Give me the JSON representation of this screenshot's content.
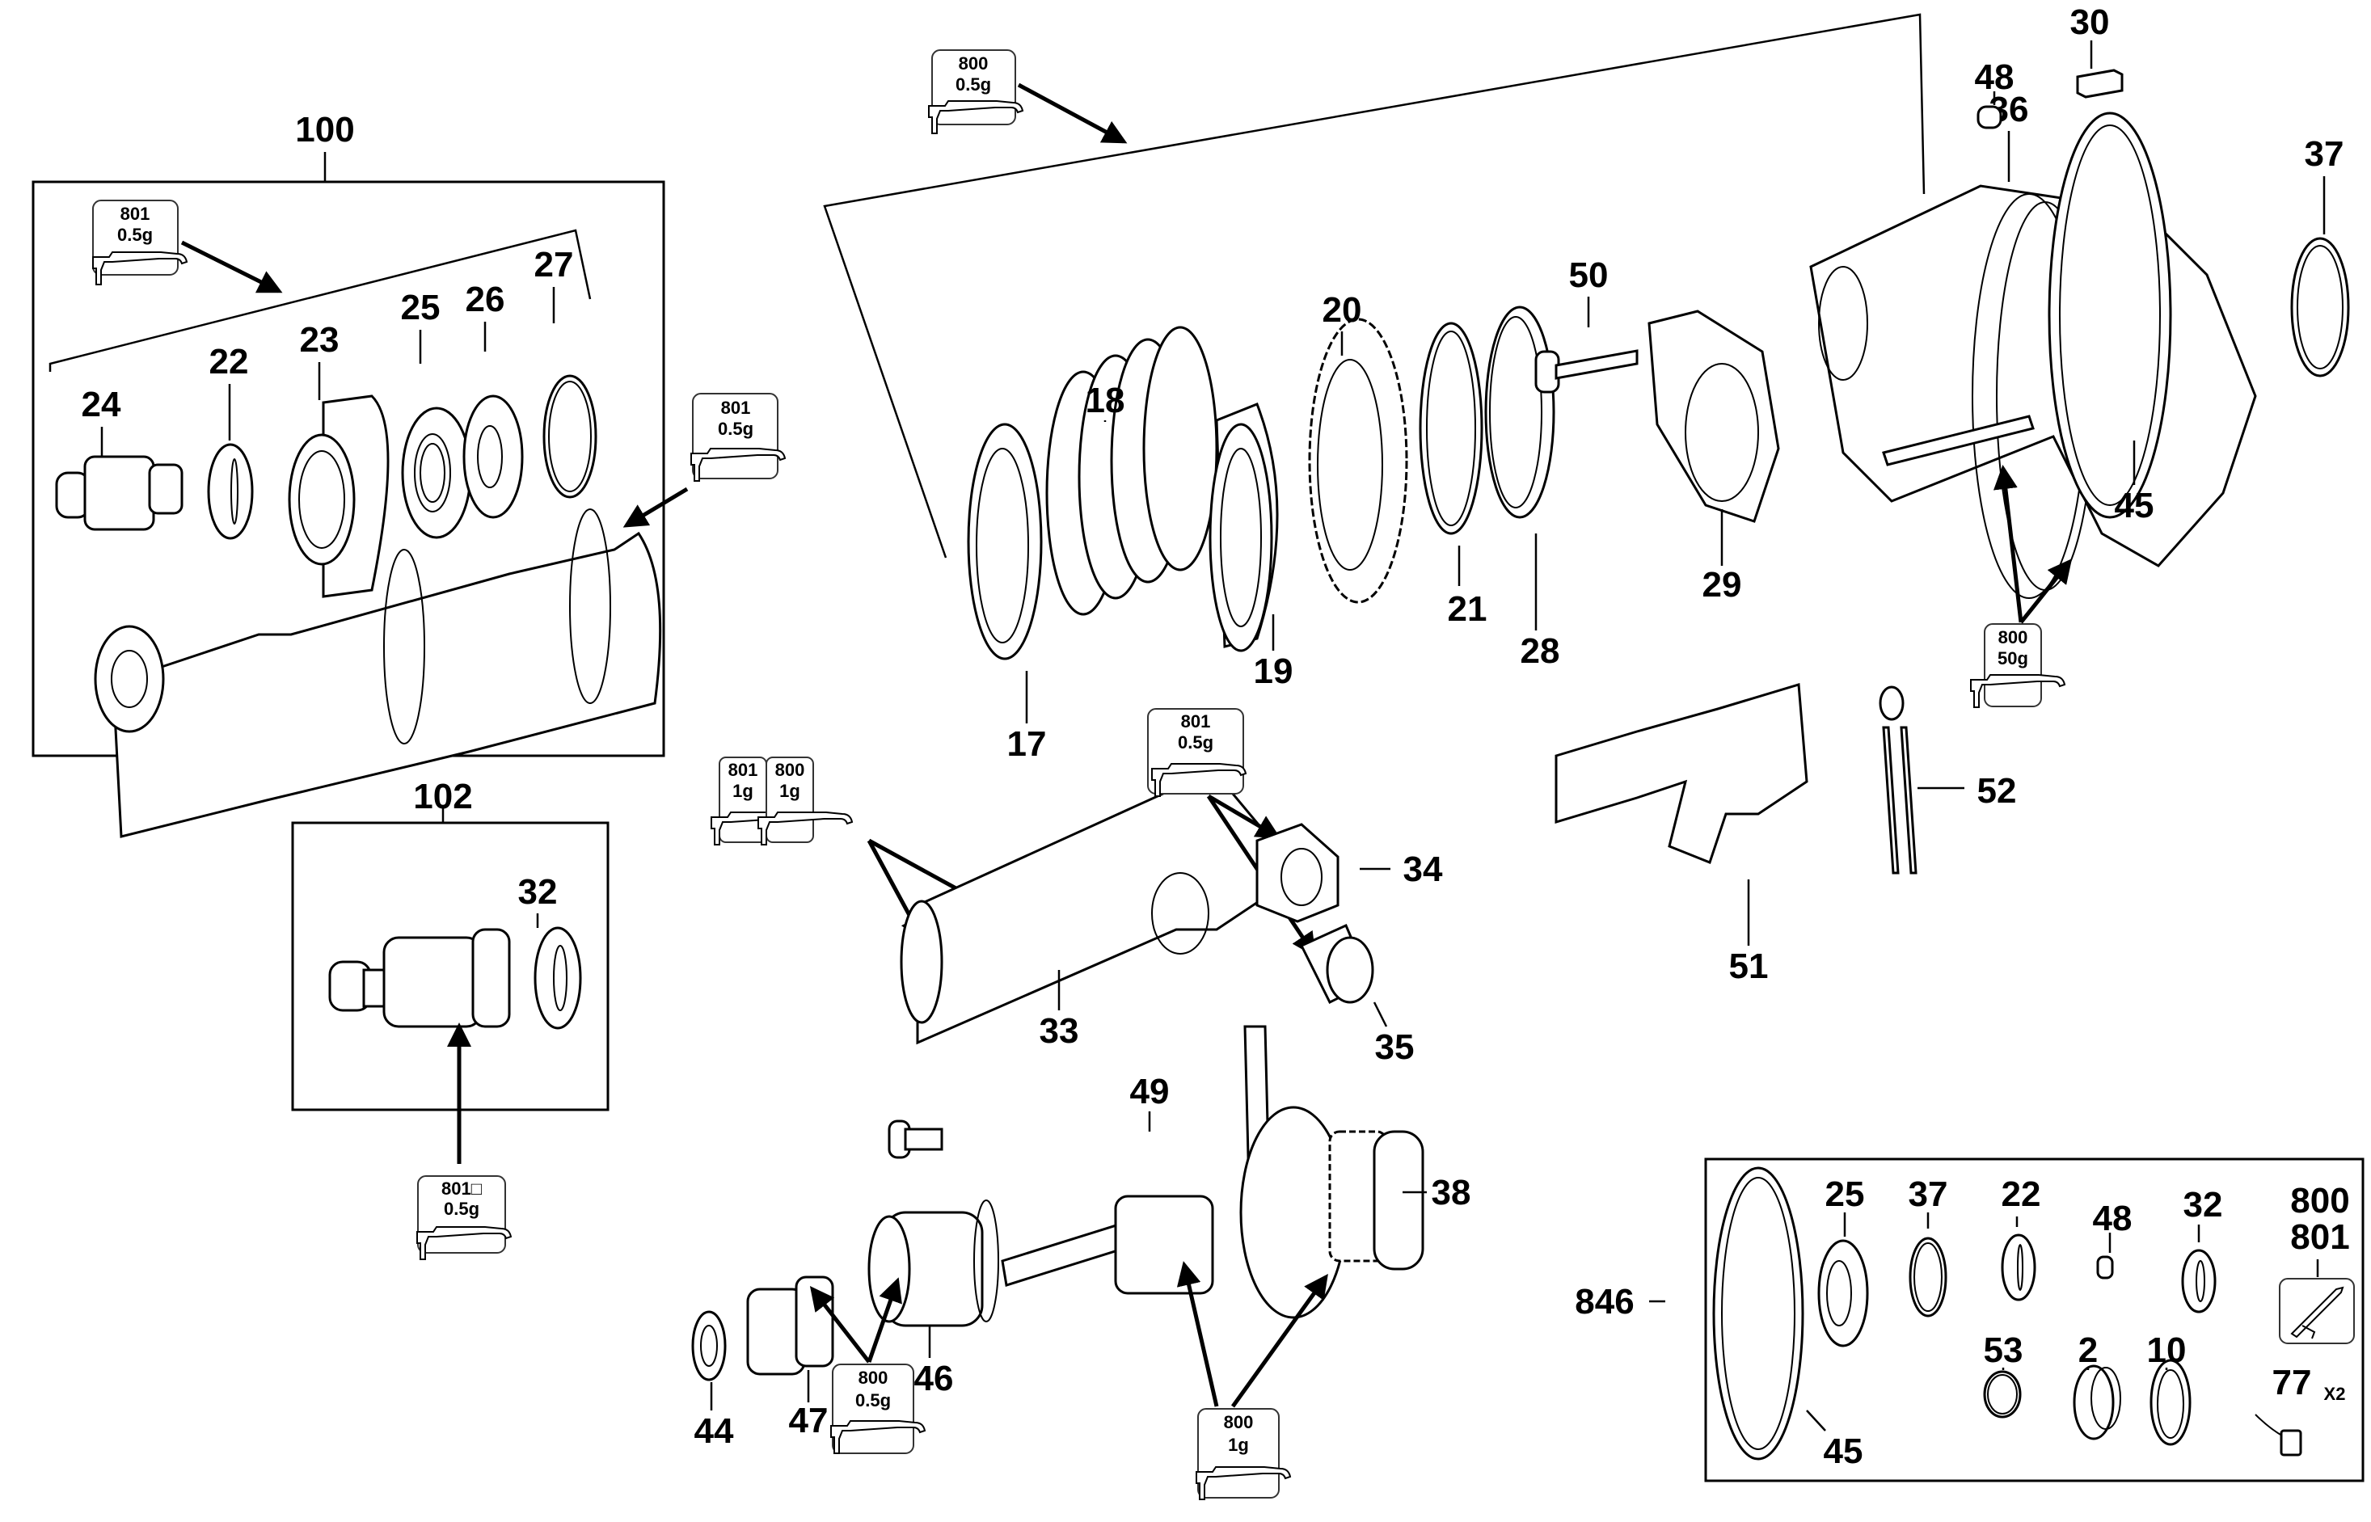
{
  "title": "Exploded parts diagram",
  "assemblies": [
    {
      "id": "100",
      "label": "100",
      "parts": [
        "24",
        "22",
        "23",
        "25",
        "26",
        "27"
      ]
    },
    {
      "id": "102",
      "label": "102",
      "parts": [
        "32"
      ]
    },
    {
      "id": "846",
      "label": "846",
      "parts": [
        "45",
        "25",
        "37",
        "22",
        "48",
        "32",
        "800/801",
        "53",
        "2",
        "10",
        "77"
      ]
    }
  ],
  "part_labels": {
    "p100": "100",
    "p102": "102",
    "p846": "846",
    "p24": "24",
    "p22": "22",
    "p23": "23",
    "p25": "25",
    "p26": "26",
    "p27": "27",
    "p32": "32",
    "p17": "17",
    "p18": "18",
    "p19": "19",
    "p20": "20",
    "p21": "21",
    "p28": "28",
    "p50": "50",
    "p29": "29",
    "p36": "36",
    "p48": "48",
    "p30": "30",
    "p37": "37",
    "p45": "45",
    "p51": "51",
    "p52": "52",
    "p33": "33",
    "p34": "34",
    "p35": "35",
    "p49": "49",
    "p38": "38",
    "p44": "44",
    "p47": "47",
    "p46": "46",
    "k25": "25",
    "k37": "37",
    "k22": "22",
    "k48": "48",
    "k32": "32",
    "k800": "800",
    "k801": "801",
    "k53": "53",
    "k2": "2",
    "k10": "10",
    "k77": "77",
    "k77x": "X2",
    "k45": "45"
  },
  "grease_badges": [
    {
      "id": "b1",
      "code": "801",
      "amount": "0.5g",
      "icon": "grease-gun-icon"
    },
    {
      "id": "b2",
      "code": "801",
      "amount": "0.5g",
      "icon": "grease-gun-cartridge-icon"
    },
    {
      "id": "b3",
      "code": "800",
      "amount": "0.5g",
      "icon": "grease-gun-icon"
    },
    {
      "id": "b4",
      "code": "800",
      "amount": "50g",
      "icon": "grease-gun-icon"
    },
    {
      "id": "b5",
      "code": "801",
      "amount": "1g",
      "icon": "grease-gun-cartridge-icon"
    },
    {
      "id": "b6",
      "code": "800",
      "amount": "1g",
      "icon": "grease-gun-cartridge-icon"
    },
    {
      "id": "b7",
      "code": "801",
      "amount": "0.5g",
      "icon": "grease-gun-cartridge-icon"
    },
    {
      "id": "b8",
      "code": "801□",
      "amount": "0.5g",
      "icon": "grease-gun-cartridge-icon"
    },
    {
      "id": "b9",
      "code": "800",
      "amount": "0.5g",
      "icon": "grease-gun-icon"
    },
    {
      "id": "b10",
      "code": "800",
      "amount": "1g",
      "icon": "grease-gun-icon"
    }
  ]
}
